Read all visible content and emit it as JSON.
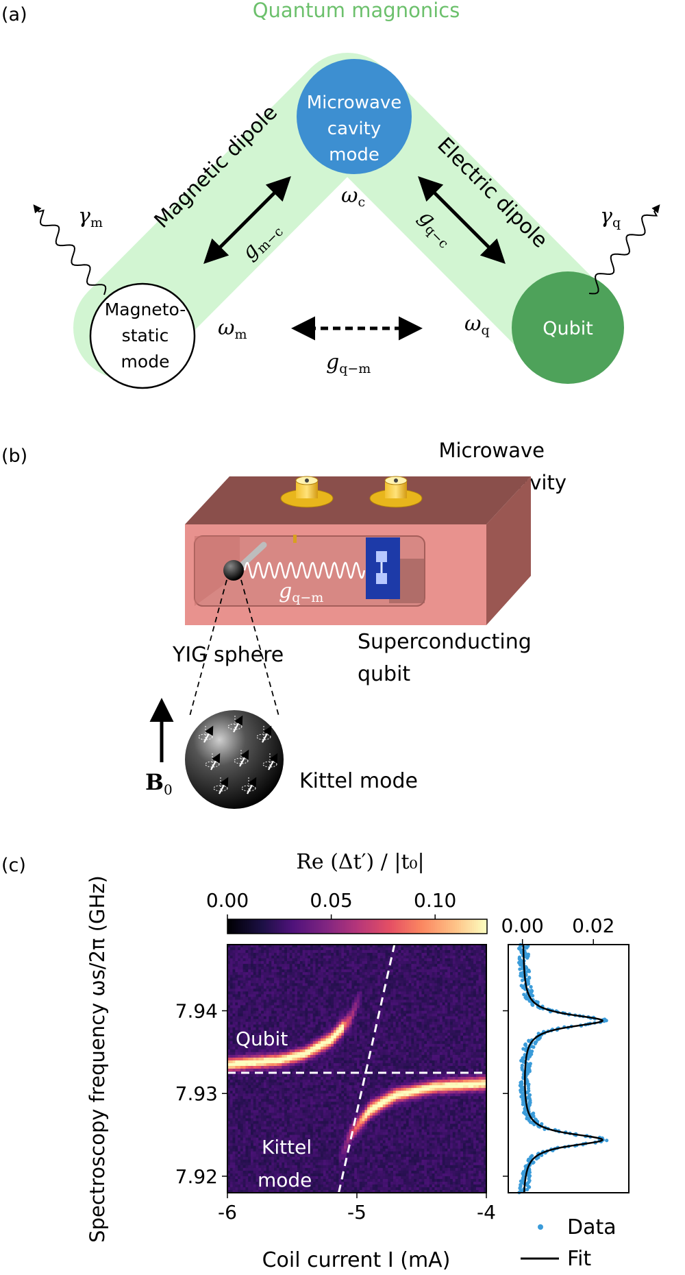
{
  "panel_a": {
    "label": "(a)",
    "title": "Quantum magnonics",
    "nodes": {
      "cavity": [
        "Microwave",
        "cavity",
        "mode"
      ],
      "magnon": [
        "Magneto-",
        "static",
        "mode"
      ],
      "qubit": "Qubit"
    },
    "freq": {
      "c": "c",
      "m": "m",
      "q": "q"
    },
    "dipole_left": "Magnetic dipole",
    "dipole_right": "Electric dipole",
    "coupling": {
      "mc": "m−c",
      "qc": "q−c",
      "qm": "q−m"
    },
    "loss": {
      "m": "m",
      "q": "q"
    },
    "colors": {
      "band": "#d2f5d2",
      "cavity": "#3d8fd1",
      "qubit": "#4ea25a",
      "title": "#6cc06c"
    }
  },
  "panel_b": {
    "label": "(b)",
    "cavity_label": [
      "Microwave",
      "cavity"
    ],
    "yig_label": "YIG sphere",
    "qubit_label": [
      "Superconducting",
      "qubit"
    ],
    "kittel_label": "Kittel mode",
    "coupling_sub": "q−m",
    "field": {
      "bold": "B",
      "sub": "0"
    },
    "colors": {
      "box_top": "#8a4f4b",
      "box_front": "#e8928e",
      "box_side": "#9a5752",
      "qubit_chip": "#1d3aa8",
      "connector": "#e8b61c"
    }
  },
  "panel_c": {
    "label": "(c)",
    "colorbar": {
      "title": "Re (Δt′) / |t₀|",
      "ticks": [
        "0.00",
        "0.05",
        "0.10"
      ],
      "range": [
        0.0,
        0.125
      ]
    },
    "annotations": {
      "qubit": "Qubit",
      "kittel": [
        "Kittel",
        "mode"
      ]
    },
    "side_ticks": [
      "0.00",
      "0.02"
    ],
    "legend": {
      "data": "Data",
      "fit": "Fit"
    },
    "colors": {
      "data": "#3a9bd9",
      "fit": "#000000",
      "dashed": "#ffffff"
    }
  },
  "chart_data": [
    {
      "type": "heatmap",
      "title": "",
      "xlabel": "Coil current I (mA)",
      "ylabel": "Spectroscopy frequency ωs/2π (GHz)",
      "xlim": [
        -6,
        -4
      ],
      "ylim": [
        7.918,
        7.948
      ],
      "xticks": [
        "-6",
        "-5",
        "-4"
      ],
      "yticks": [
        "7.92",
        "7.93",
        "7.94"
      ],
      "colorscale": "magma",
      "series": [
        {
          "name": "Qubit",
          "points": [
            [
              -6.0,
              7.9335
            ],
            [
              -5.6,
              7.934
            ],
            [
              -5.4,
              7.9348
            ],
            [
              -5.2,
              7.9365
            ],
            [
              -5.05,
              7.939
            ],
            [
              -4.95,
              7.9425
            ]
          ]
        },
        {
          "name": "Kittel mode",
          "points": [
            [
              -5.15,
              7.9215
            ],
            [
              -5.05,
              7.925
            ],
            [
              -4.9,
              7.928
            ],
            [
              -4.7,
              7.9298
            ],
            [
              -4.4,
              7.9308
            ],
            [
              -4.0,
              7.9312
            ]
          ]
        }
      ],
      "guides": {
        "horizontal_GHz": 7.9325,
        "diagonal": [
          [
            -5.14,
            7.918
          ],
          [
            -4.71,
            7.948
          ]
        ]
      }
    },
    {
      "type": "line",
      "title": "",
      "xlim": [
        -0.004,
        0.03
      ],
      "xticks": [
        "0.00",
        "0.02"
      ],
      "series": [
        {
          "name": "Fit",
          "peaks_GHz": [
            7.9388,
            7.9244
          ],
          "peak_height": 0.0225,
          "linewidth_GHz": 0.0009
        },
        {
          "name": "Data",
          "note": ""
        }
      ]
    }
  ]
}
